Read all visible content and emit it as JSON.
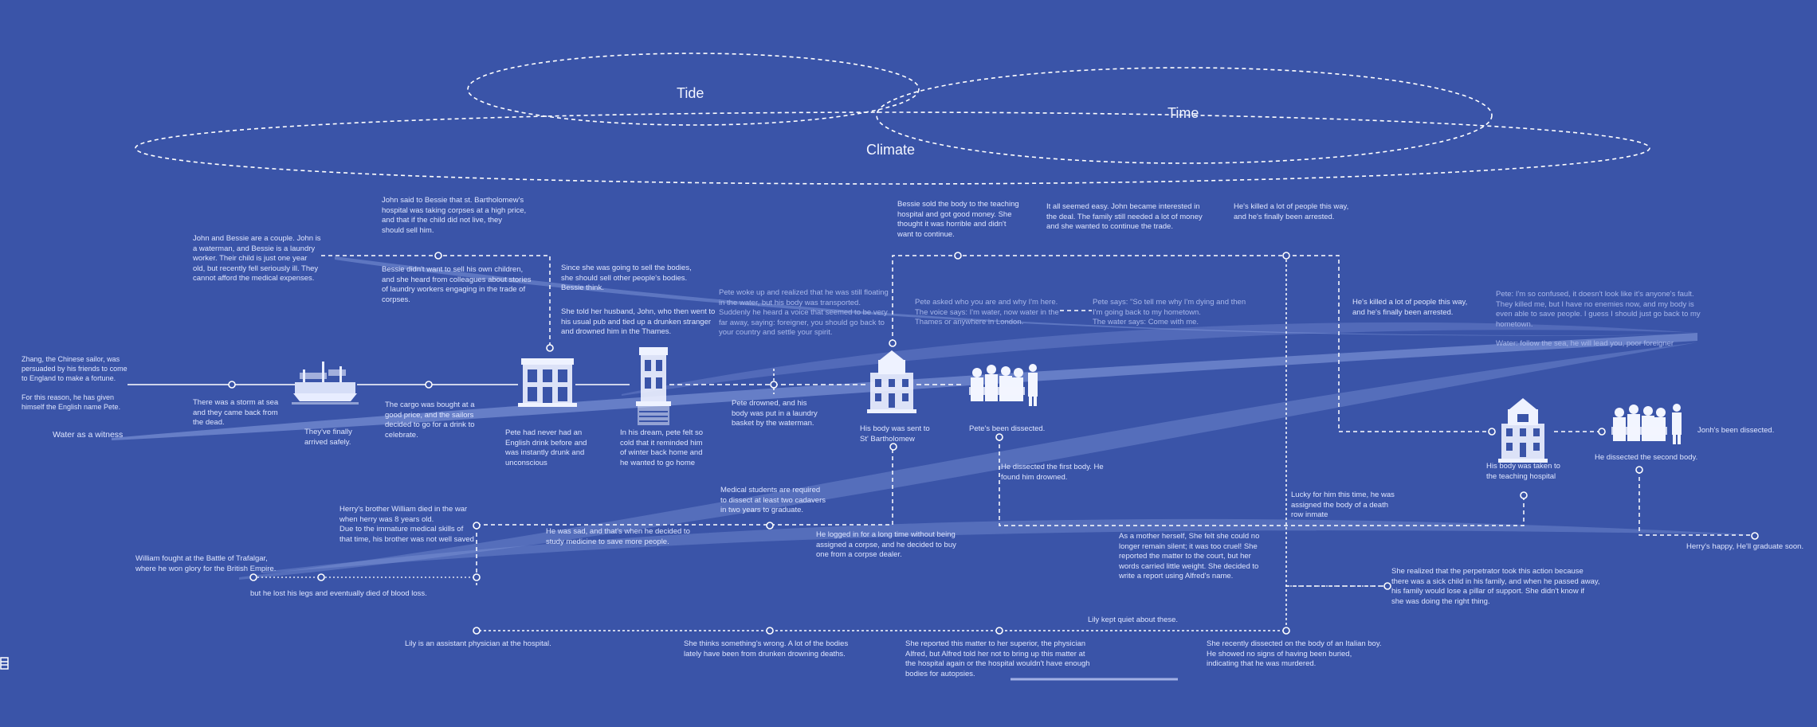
{
  "ellipse_labels": {
    "tide": "Tide",
    "time": "Time",
    "climate": "Climate"
  },
  "witness_label": "Water as a witness",
  "notes": {
    "zhang_intro": "Zhang, the Chinese sailor, was\npersuaded by his friends to come\nto England to make a fortune.",
    "zhang_name": "For this reason, he has given\nhimself the English name Pete.",
    "couple": "John and Bessie are a couple. John is\na waterman, and Bessie is a laundry\nworker. Their child is just one year\nold, but recently fell seriously ill. They\ncannot afford the medical expenses.",
    "john_said": "John said to Bessie that st. Bartholomew's\nhospital was taking corpses at a high price,\nand that if the child did not live, they\nshould sell him.",
    "bessie_didnt": "Bessie didn't want to sell his own children,\nand she heard from colleagues about stories\nof laundry workers engaging in the trade of\ncorpses.",
    "sell_others": "Since she was going to sell the bodies,\nshe should sell other people's bodies.\nBessie think.",
    "told_husband": "She told her husband, John, who then went to\nhis usual pub and tied up a drunken stranger\nand drowned him in the Thames.",
    "storm": "There was a storm at sea\nand they came back from\nthe dead.",
    "arrived": "They've finally\narrived safely.",
    "cargo": "The cargo was bought at a\ngood price, and the sailors\ndecided to go for a drink to\ncelebrate.",
    "never_drink": "Pete had never had an\nEnglish drink before and\nwas instantly drunk and\nunconscious",
    "dream": "In his dream, pete felt so\ncold that it reminded him\nof winter back home and\nhe wanted to go home",
    "woke_up": "Pete woke up and realized that he was still floating\nin the water, but his body was transported.\nSuddenly he heard a voice that seemed to be very\nfar away, saying: foreigner, you should go back to\nyour country and settle your spirit.",
    "drowned": "Pete drowned, and his\nbody was put in a laundry\nbasket by the waterman.",
    "bessie_sold": "Bessie sold the body to the teaching\nhospital and got good money. She\nthought it was horrible and didn't\nwant to continue.",
    "pete_asked": "Pete asked who you are and why I'm here.\nThe voice says: I'm water, now water in the\nThames or anywhere in London.",
    "easy": "It all seemed easy. John became interested in\nthe deal. The family still needed a lot of money\nand she wanted to continue the trade.",
    "killed_top": "He's killed a lot of people this way,\nand he's finally been arrested.",
    "pete_says": "Pete says: \"So tell me why I'm dying and then\nI'm going back to my hometown.\nThe water says: Come with me.",
    "killed_mid": "He's killed a lot of people this way,\nand he's finally been arrested.",
    "confused": "Pete: I'm so confused, it doesn't look like it's anyone's fault.\nThey killed me, but I have no enemies now, and my body is\neven able to save people. I guess I should just go back to my\nhometown.",
    "follow_sea": "Water: follow the sea, he will lead you, poor foreigner",
    "sent_st": "His body was sent to\nSt' Bartholomew",
    "been_dissected": "Pete's been dissected.",
    "dissected_first": "He dissected the first body. He\nfound him drowned.",
    "taken_teaching": "His body was taken to\nthe teaching hospital",
    "dissected_second": "He dissected the second body.",
    "jonh_dissected": "Jonh's been dissected.",
    "herry_brother": "Herry's brother William died in the war\nwhen herry was 8 years old.\nDue to the immature medical skills of\nthat time, his brother was not well saved",
    "william": "William fought at the Battle of Trafalgar,\nwhere he won glory for the British Empire.",
    "lost_legs": "but he lost his legs and eventually died of blood loss.",
    "was_sad": "He was sad, and that's when he decided to\nstudy medicine to save more people.",
    "medical_students": "Medical students are required\nto dissect at least two cadavers\nin two years to graduate.",
    "logged_in": "He logged in for a long time without being\nassigned a corpse, and he decided to buy\none from a corpse dealer.",
    "lucky": "Lucky for him this time, he was\nassigned the body of a death\nrow inmate",
    "mother": "As a mother herself, She felt she could no\nlonger remain silent; it was too cruel! She\nreported the matter to the court, but her\nwords carried little weight. She decided to\nwrite a report using Alfred's name.",
    "realized": "She realized that the perpetrator took this action because\nthere was a sick child in his family, and when he passed away,\nhis family would lose a pillar of support. She didn't know if\nshe was doing the right thing.",
    "herry_happy": "Herry's happy, He'll graduate soon.",
    "lily_quiet": "Lily kept quiet about these.",
    "lily_assistant": "Lily is an assistant physician at the hospital.",
    "thinks_wrong": "She thinks something's wrong. A lot of the bodies\nlately have been from drunken drowning deaths.",
    "reported": "She reported this matter to her superior, the physician\nAlfred, but Alfred told her not to bring up this matter at\nthe hospital again or the hospital wouldn't have enough\nbodies for autopsies.",
    "recently": "She recently dissected on the body of an Italian boy.\nHe showed no signs of having been buried,\nindicating that he was murdered."
  },
  "icons": [
    "ship-image",
    "pub-building-image",
    "thames-tower-image",
    "hospital-building-image",
    "dissection-crowd-image",
    "teaching-hospital-image",
    "second-dissection-crowd-image",
    "side-panel-icon"
  ],
  "colors": {
    "background": "#3a54a8",
    "line": "#ffffff",
    "text": "#dfe6ff",
    "ribbon": "#7f97dc"
  }
}
